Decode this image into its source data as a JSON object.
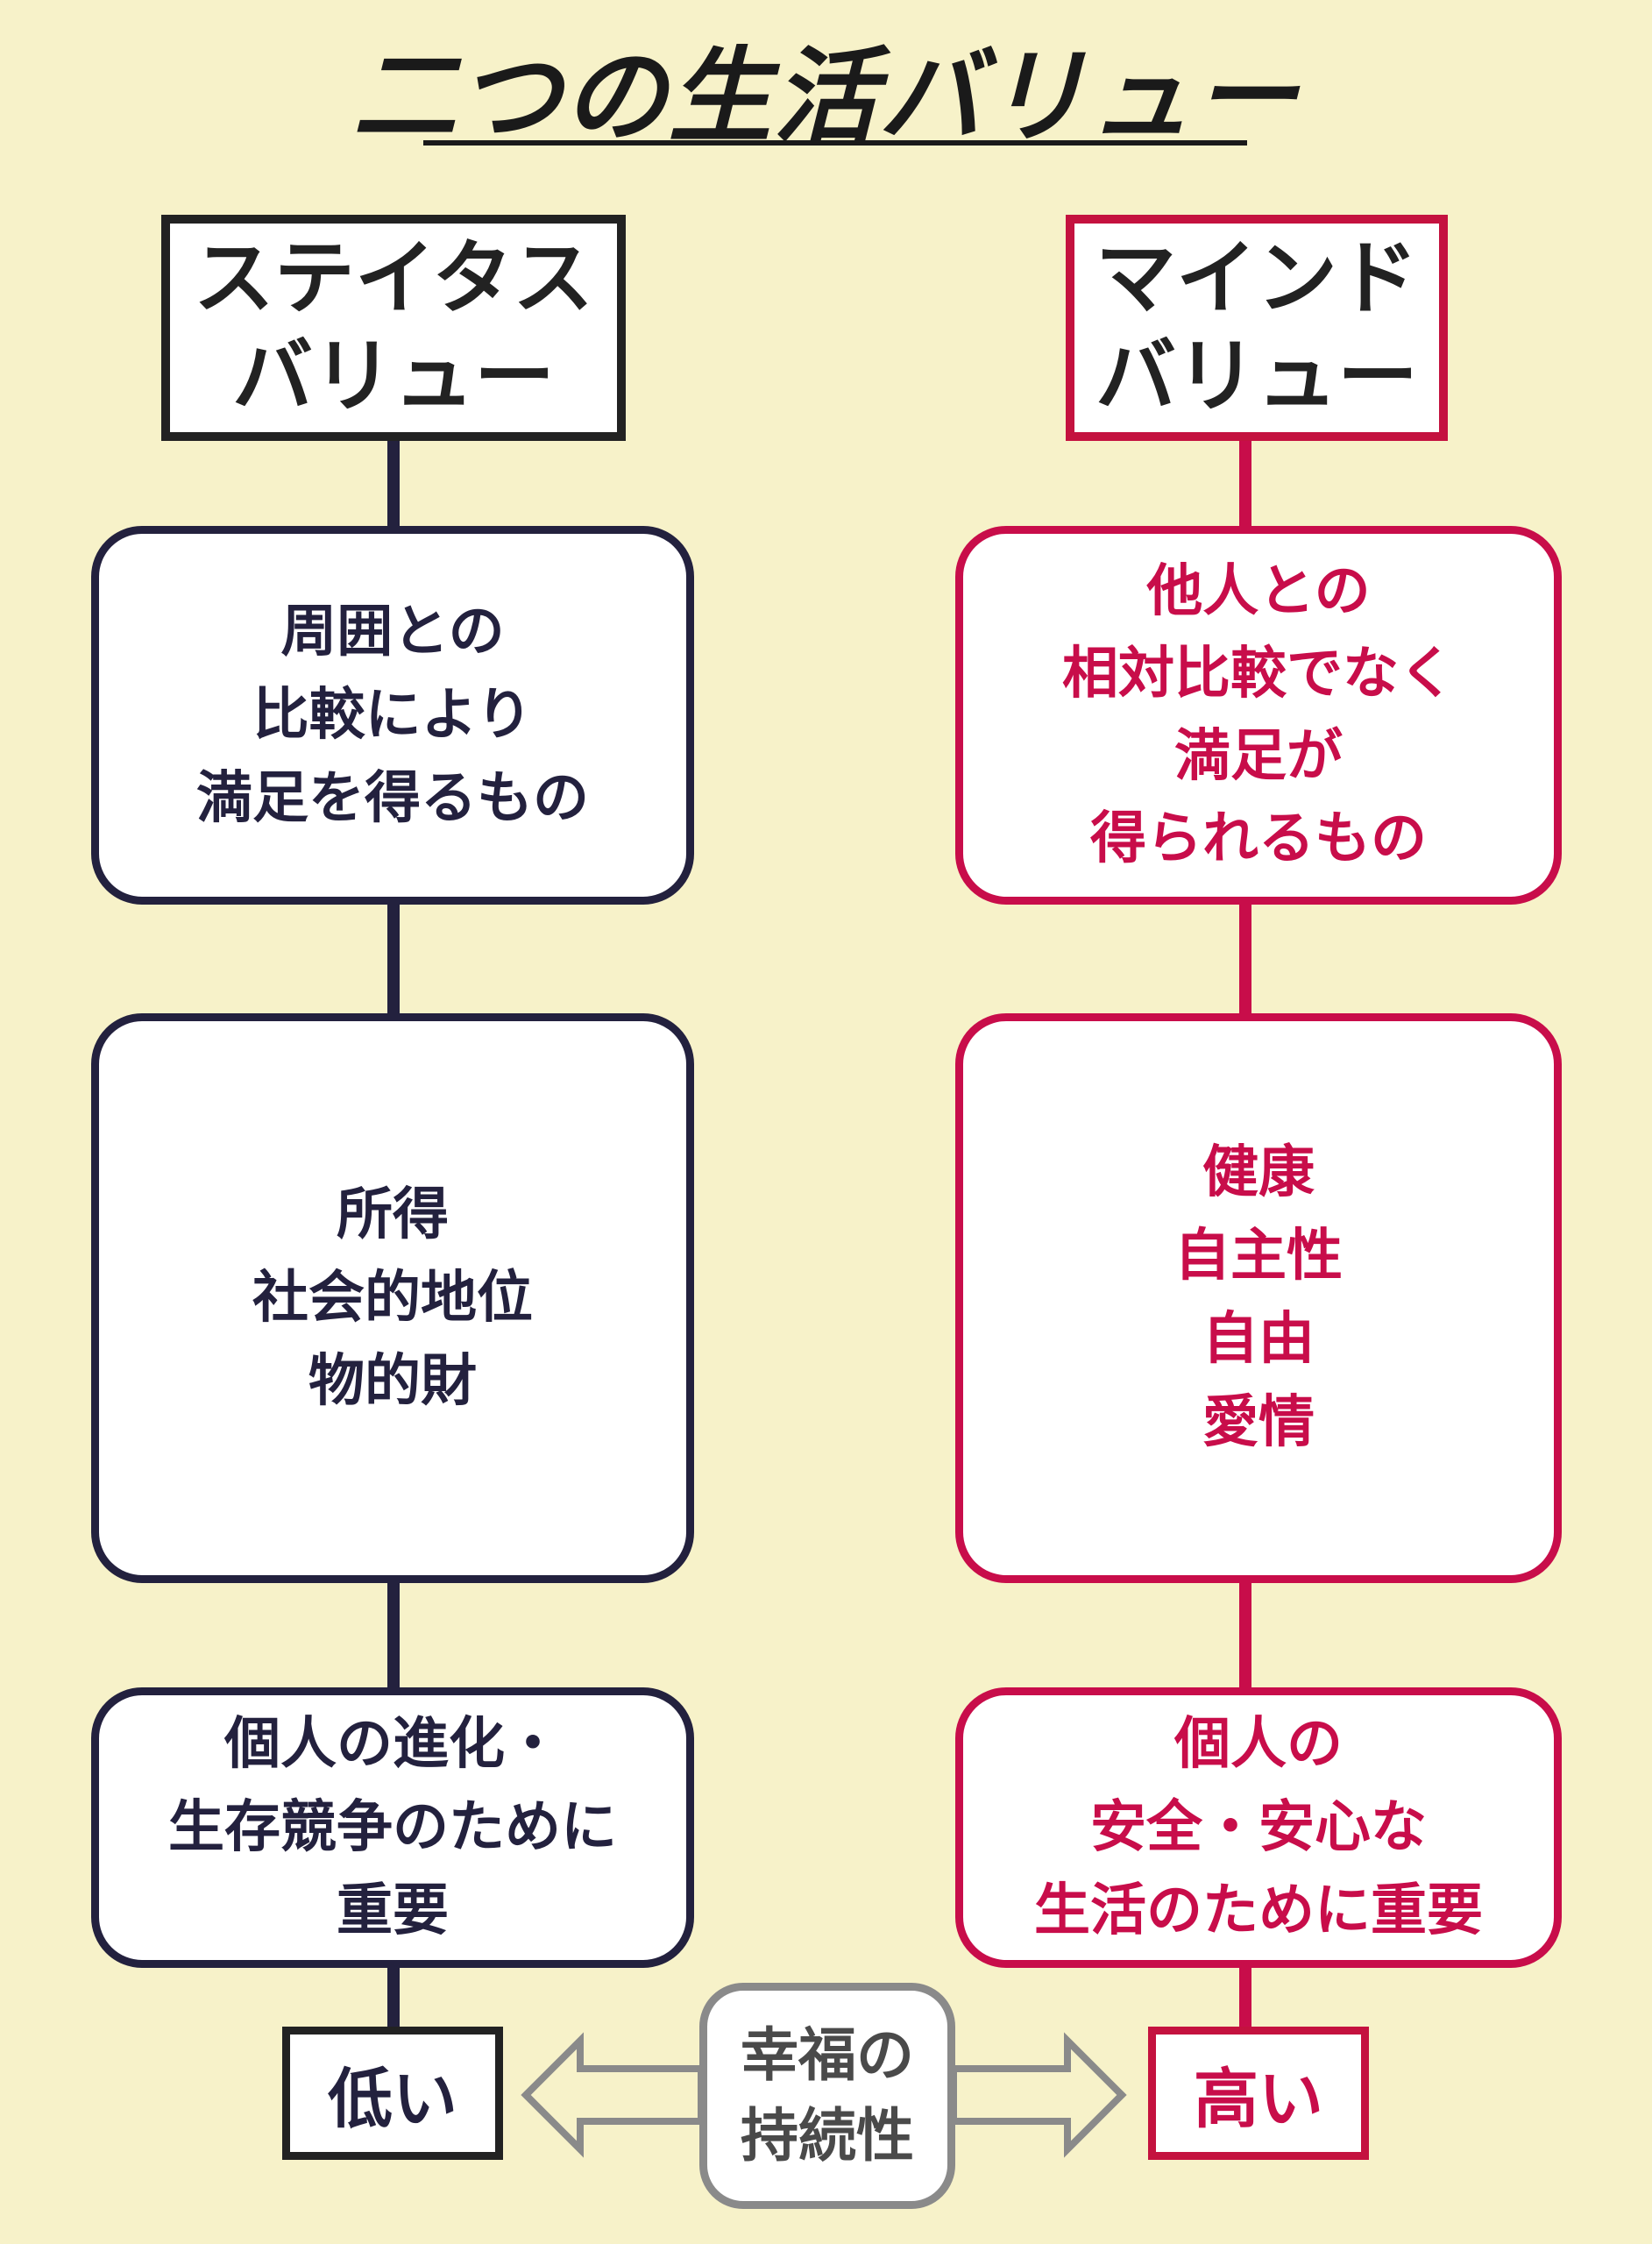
{
  "title": "二つの生活バリュー",
  "left": {
    "header": [
      "ステイタス",
      "バリュー"
    ],
    "box1": [
      "周囲との",
      "比較により",
      "満足を得るもの"
    ],
    "box2": [
      "所得",
      "社会的地位",
      "物的財"
    ],
    "box3": [
      "個人の進化・",
      "生存競争のために",
      "重要"
    ],
    "level": "低い"
  },
  "right": {
    "header": [
      "マインド",
      "バリュー"
    ],
    "box1": [
      "他人との",
      "相対比較でなく",
      "満足が",
      "得られるもの"
    ],
    "box2": [
      "健康",
      "自主性",
      "自由",
      "愛情"
    ],
    "box3": [
      "個人の",
      "安全・安心な",
      "生活のために重要"
    ],
    "level": "高い"
  },
  "center": [
    "幸福の",
    "持続性"
  ],
  "colors": {
    "background": "#f7f2c9",
    "status_accent": "#23213e",
    "mind_accent": "#c80d4a",
    "center_gray": "#8a8a8a"
  }
}
